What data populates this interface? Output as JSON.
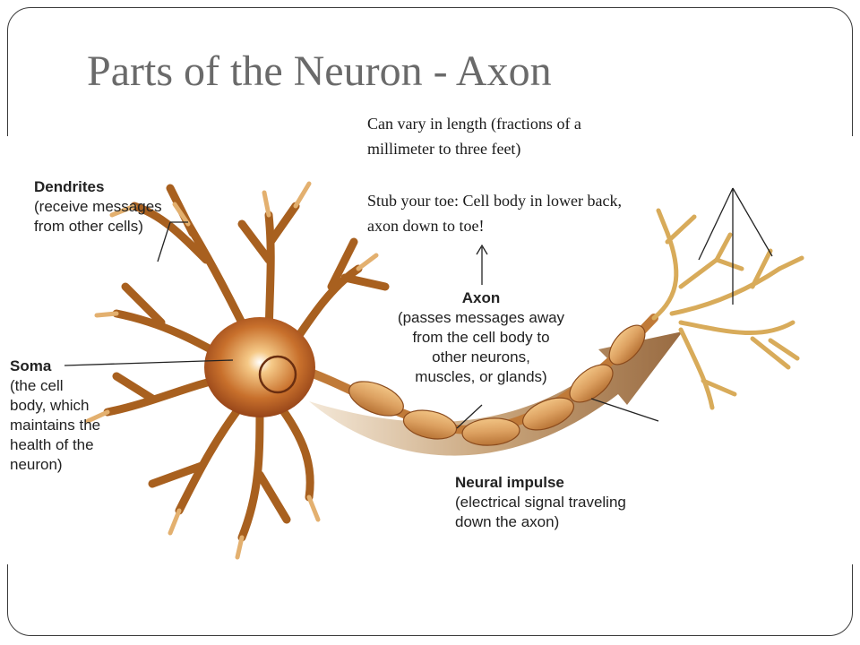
{
  "slide": {
    "title": "Parts of the Neuron - Axon"
  },
  "note": {
    "paragraph1": "Can vary in length (fractions of a millimeter to three feet)",
    "paragraph2": "Stub your toe: Cell body in lower back, axon down to toe!"
  },
  "labels": {
    "dendrites": {
      "head": "Dendrites",
      "sub": "(receive messages\nfrom other cells)"
    },
    "soma": {
      "head": "Soma",
      "sub": "(the cell\nbody, which\nmaintains the\nhealth of the\nneuron)"
    },
    "axon": {
      "head": "Axon",
      "sub": "(passes messages away\nfrom the cell body to\nother neurons,\nmuscles, or glands)"
    },
    "neural_impulse": {
      "head": "Neural impulse",
      "sub": "(electrical signal traveling\ndown the axon)"
    }
  },
  "colors": {
    "title": "#6a6a6a",
    "neuron_fill": "#e7b672",
    "neuron_dark": "#8a4a1c",
    "impulse_arrow": "#9a6a3a",
    "myelin": "#d89a55"
  }
}
